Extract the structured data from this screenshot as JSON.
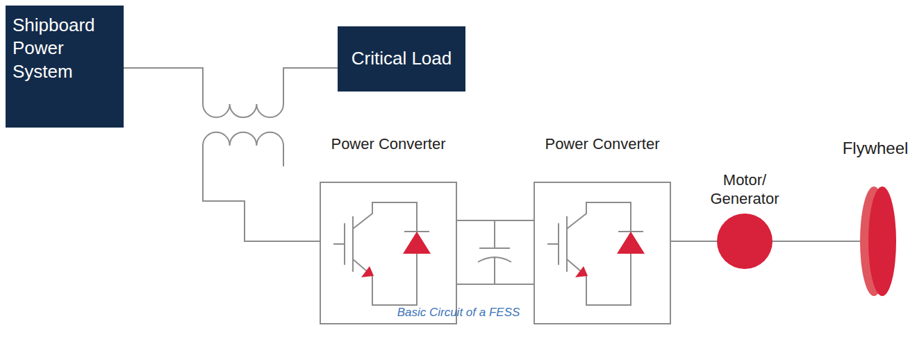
{
  "diagram": {
    "caption": "Basic Circuit of a FESS",
    "nodes": [
      {
        "text": [
          "Shipboard Power System"
        ]
      },
      {
        "text": [
          "Critical Load"
        ]
      },
      {
        "text": [
          "Power Converter"
        ]
      },
      {
        "text": [
          "Power Converter"
        ]
      },
      {
        "text": [
          "Motor/ Generator"
        ]
      },
      {
        "text": [
          "Flywheel"
        ]
      }
    ],
    "edges": [
      {
        "from": 0,
        "to": 1,
        "arrow": "none"
      },
      {
        "from": 2,
        "to": 3,
        "arrow": "none"
      },
      {
        "from": 2,
        "to": 3,
        "arrow": "none"
      },
      {
        "from": 3,
        "to": 4,
        "arrow": "none"
      },
      {
        "from": 4,
        "to": 5,
        "arrow": "none"
      }
    ]
  }
}
